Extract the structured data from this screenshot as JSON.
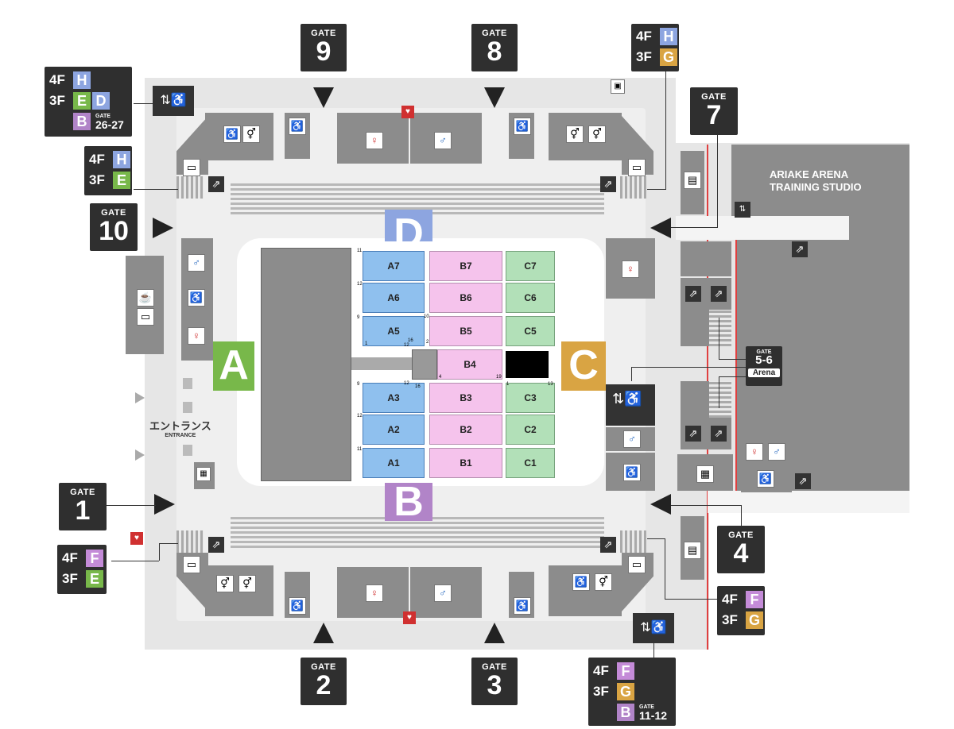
{
  "gates": {
    "gate1": {
      "label": "GATE",
      "num": "1"
    },
    "gate2": {
      "label": "GATE",
      "num": "2"
    },
    "gate3": {
      "label": "GATE",
      "num": "3"
    },
    "gate4": {
      "label": "GATE",
      "num": "4"
    },
    "gate7": {
      "label": "GATE",
      "num": "7"
    },
    "gate8": {
      "label": "GATE",
      "num": "8"
    },
    "gate9": {
      "label": "GATE",
      "num": "9"
    },
    "gate10": {
      "label": "GATE",
      "num": "10"
    }
  },
  "floor_labels": {
    "f4": "4F",
    "f3": "3F",
    "letter_H": "H",
    "letter_E": "E",
    "letter_D": "D",
    "letter_B": "B",
    "letter_F": "F",
    "letter_G": "G",
    "gate_small": "GATE",
    "gate_2627": "26-27",
    "gate_1112": "11-12",
    "gate_56": "5-6",
    "arena": "Arena"
  },
  "colors": {
    "H": "#8da5e0",
    "E": "#78b84a",
    "D": "#8da5e0",
    "B": "#b184c8",
    "F": "#c48bd8",
    "G": "#d9a443",
    "A_zone": "#78b84a",
    "B_zone": "#b184c8",
    "C_zone": "#d9a443",
    "D_zone": "#8da5e0"
  },
  "zones": {
    "A": "A",
    "B": "B",
    "C": "C",
    "D": "D"
  },
  "blocks": {
    "A": [
      "A7",
      "A6",
      "A5",
      "A3",
      "A2",
      "A1"
    ],
    "B": [
      "B7",
      "B6",
      "B5",
      "B4",
      "B3",
      "B2",
      "B1"
    ],
    "C": [
      "C7",
      "C6",
      "C5",
      "C3",
      "C2",
      "C1"
    ]
  },
  "row_numbers": {
    "r11": "11",
    "r12": "12",
    "r9": "9",
    "r1": "1",
    "r16": "16",
    "r19": "19",
    "r13": "13",
    "r4": "4",
    "r2": "2",
    "r10": "10"
  },
  "training_studio": {
    "line1": "ARIAKE ARENA",
    "line2": "TRAINING STUDIO"
  },
  "entrance": {
    "jp": "エントランス",
    "en": "ENTRANCE"
  }
}
